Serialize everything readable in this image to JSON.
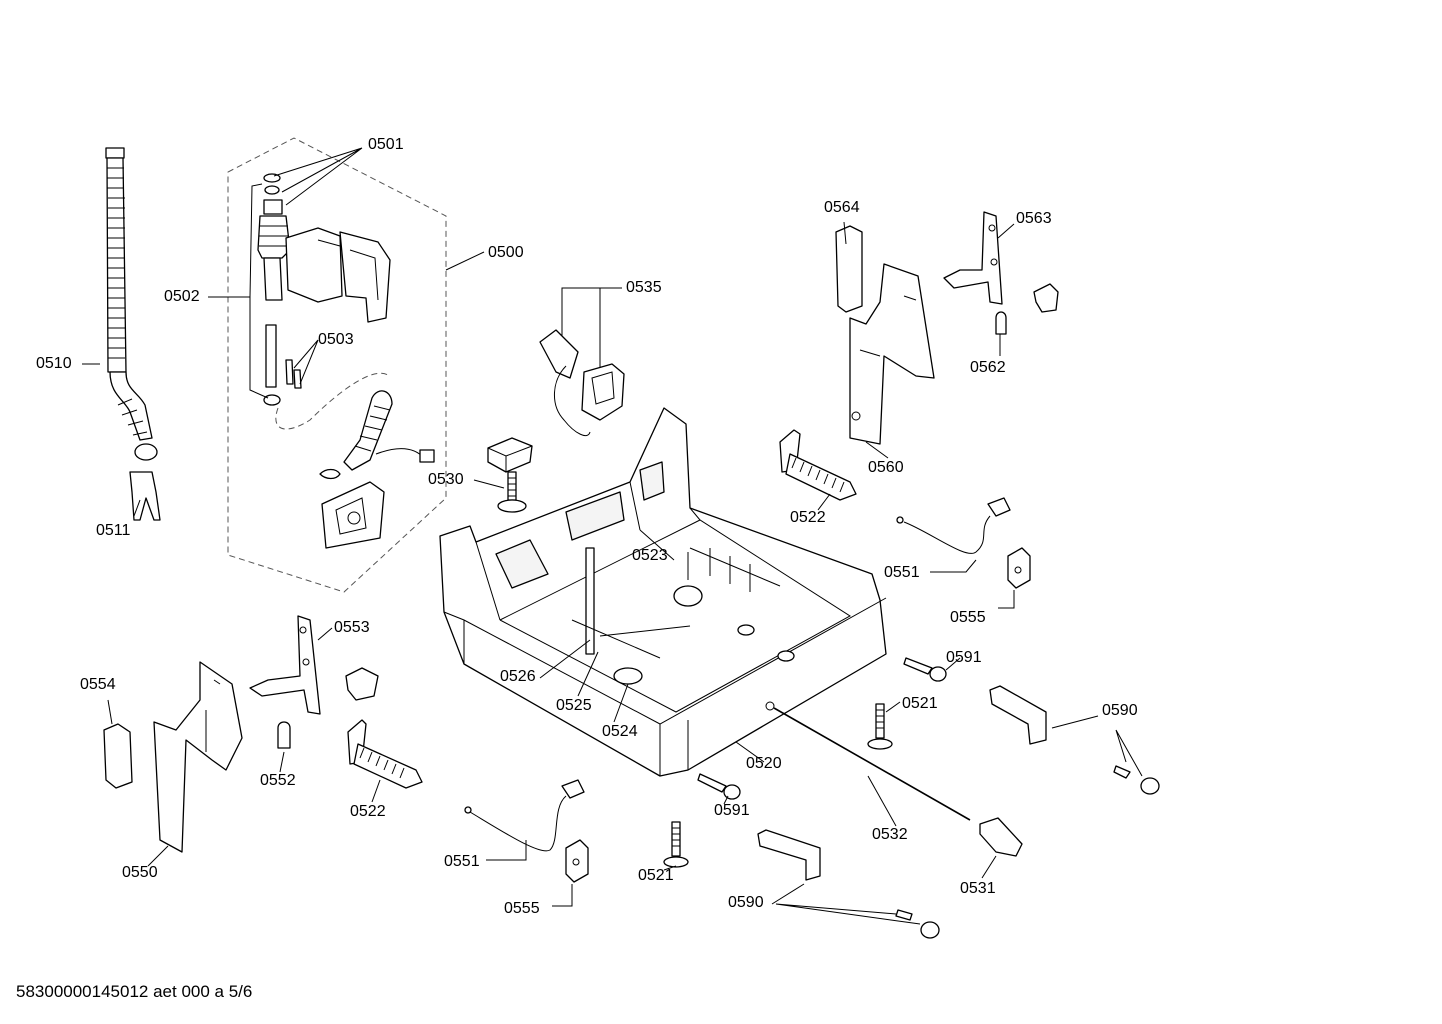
{
  "diagram": {
    "footer": "58300000145012 aet 000 a 5/6",
    "callouts": [
      {
        "id": "c0501",
        "text": "0501"
      },
      {
        "id": "c0500",
        "text": "0500"
      },
      {
        "id": "c0502",
        "text": "0502"
      },
      {
        "id": "c0503",
        "text": "0503"
      },
      {
        "id": "c0510",
        "text": "0510"
      },
      {
        "id": "c0511",
        "text": "0511"
      },
      {
        "id": "c0535",
        "text": "0535"
      },
      {
        "id": "c0530",
        "text": "0530"
      },
      {
        "id": "c0564",
        "text": "0564"
      },
      {
        "id": "c0563",
        "text": "0563"
      },
      {
        "id": "c0562",
        "text": "0562"
      },
      {
        "id": "c0560",
        "text": "0560"
      },
      {
        "id": "c0522a",
        "text": "0522"
      },
      {
        "id": "c0523",
        "text": "0523"
      },
      {
        "id": "c0551a",
        "text": "0551"
      },
      {
        "id": "c0555a",
        "text": "0555"
      },
      {
        "id": "c0591a",
        "text": "0591"
      },
      {
        "id": "c0521a",
        "text": "0521"
      },
      {
        "id": "c0590a",
        "text": "0590"
      },
      {
        "id": "c0553",
        "text": "0553"
      },
      {
        "id": "c0554",
        "text": "0554"
      },
      {
        "id": "c0552",
        "text": "0552"
      },
      {
        "id": "c0522b",
        "text": "0522"
      },
      {
        "id": "c0550",
        "text": "0550"
      },
      {
        "id": "c0526",
        "text": "0526"
      },
      {
        "id": "c0525",
        "text": "0525"
      },
      {
        "id": "c0524",
        "text": "0524"
      },
      {
        "id": "c0520",
        "text": "0520"
      },
      {
        "id": "c0591b",
        "text": "0591"
      },
      {
        "id": "c0532",
        "text": "0532"
      },
      {
        "id": "c0531",
        "text": "0531"
      },
      {
        "id": "c0551b",
        "text": "0551"
      },
      {
        "id": "c0555b",
        "text": "0555"
      },
      {
        "id": "c0521b",
        "text": "0521"
      },
      {
        "id": "c0590b",
        "text": "0590"
      }
    ]
  }
}
